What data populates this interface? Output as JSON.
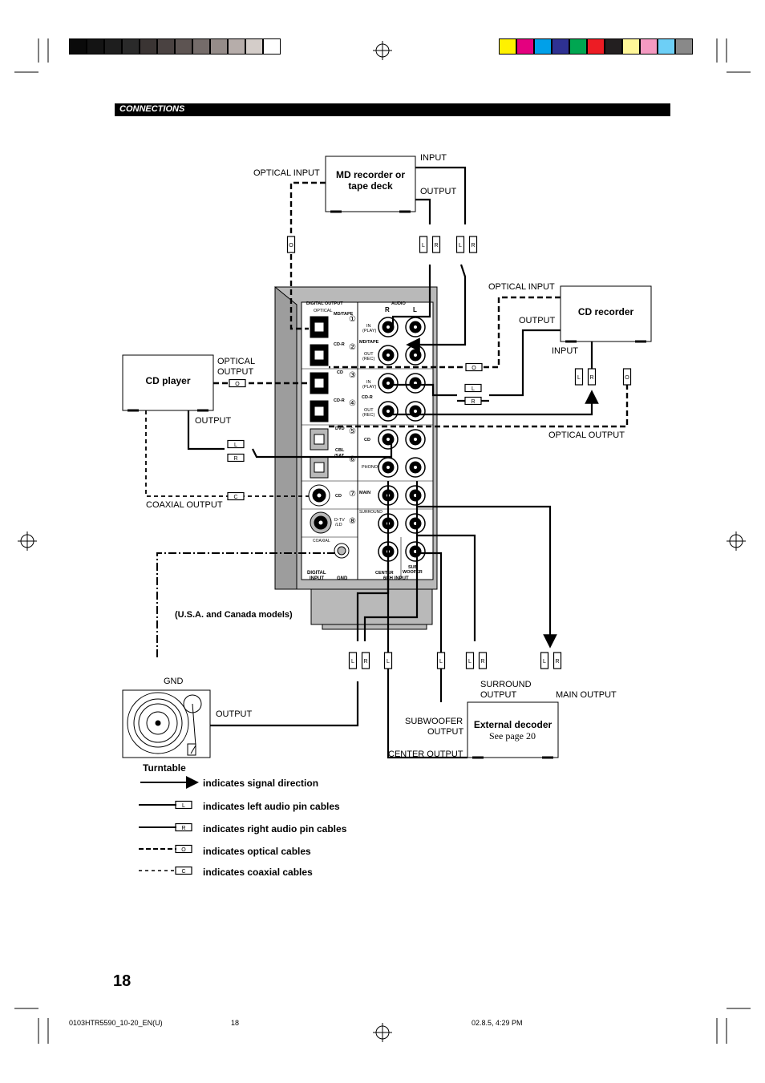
{
  "header": {
    "section": "CONNECTIONS"
  },
  "color_strip": {
    "grays": [
      "#0a0a0a",
      "#141414",
      "#1e1e1e",
      "#2a2a2a",
      "#3a3433",
      "#4a4241",
      "#5d5452",
      "#756c6a",
      "#958c89",
      "#b6adaa",
      "#d4cdc9",
      "#ffffff"
    ],
    "colors": [
      "#fff100",
      "#e4007f",
      "#00a0e9",
      "#2e3192",
      "#00a651",
      "#ed1c24",
      "#231f20",
      "#fff799",
      "#f49ac1",
      "#6dcff6",
      "#898989"
    ]
  },
  "devices": {
    "md_recorder": "MD recorder or tape deck",
    "cd_recorder": "CD recorder",
    "cd_player": "CD player",
    "external_decoder": "External decoder",
    "external_decoder_note": "See page 20",
    "turntable": "Turntable"
  },
  "labels": {
    "optical_input_md": "OPTICAL INPUT",
    "input_md": "INPUT",
    "output_md": "OUTPUT",
    "optical_input_cdr": "OPTICAL INPUT",
    "output_cdr": "OUTPUT",
    "input_cdr": "INPUT",
    "optical_output_cdr": "OPTICAL OUTPUT",
    "optical_output_cd_line1": "OPTICAL",
    "optical_output_cd_line2": "OUTPUT",
    "output_cd": "OUTPUT",
    "coaxial_output": "COAXIAL OUTPUT",
    "usa_models": "(U.S.A. and Canada models)",
    "gnd": "GND",
    "output_turntable": "OUTPUT",
    "surround_output_1": "SURROUND",
    "surround_output_2": "OUTPUT",
    "main_output": "MAIN OUTPUT",
    "subwoofer_output_1": "SUBWOOFER",
    "subwoofer_output_2": "OUTPUT",
    "center_output": "CENTER OUTPUT"
  },
  "panel": {
    "digital_output": "DIGITAL OUTPUT",
    "optical": "OPTICAL",
    "audio": "AUDIO",
    "r": "R",
    "l": "L",
    "md_tape_1": "MD/TAPE",
    "cd_r_1": "CD-R",
    "cd_1": "CD",
    "cd_r_2": "CD-R",
    "in_play": "IN",
    "play": "(PLAY)",
    "out_rec": "OUT",
    "rec": "(REC)",
    "md_tape_2": "MD/TAPE",
    "cd_r_3": "CD-R",
    "dvd": "DVD",
    "cbl_sat_1": "CBL",
    "cbl_sat_2": "/SAT",
    "cd_2": "CD",
    "dtv_1": "D-TV",
    "dtv_2": "/LD",
    "coaxial": "COAXIAL",
    "cd_3": "CD",
    "phono": "PHONO",
    "main": "MAIN",
    "surround": "SURROUND",
    "center": "CENTER",
    "sub": "SUB",
    "woofer": "WOOFER",
    "digital_input_1": "DIGITAL",
    "digital_input_2": "INPUT",
    "gnd": "GND",
    "six_ch_input": "6CH INPUT",
    "num": [
      "①",
      "②",
      "③",
      "④",
      "⑤",
      "⑥",
      "⑦",
      "⑧"
    ]
  },
  "legend": [
    "indicates signal direction",
    "indicates left audio pin cables",
    "indicates right audio pin cables",
    "indicates optical cables",
    "indicates coaxial cables"
  ],
  "plug_letters": {
    "left": "L",
    "right": "R",
    "optical": "O",
    "coaxial": "C"
  },
  "page_number": "18",
  "footer": {
    "file": "0103HTR5590_10-20_EN(U)",
    "page": "18",
    "date": "02.8.5, 4:29 PM"
  }
}
